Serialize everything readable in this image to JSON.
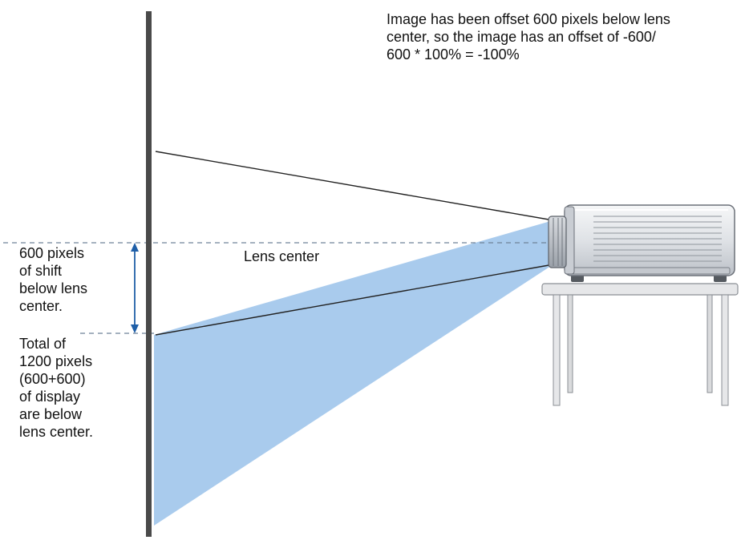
{
  "annotations": {
    "offset_explanation": "Image has been offset 600 pixels below lens\ncenter, so the image has an offset of -600/\n600 * 100% = -100%",
    "lens_center": "Lens center",
    "shift_note": "600 pixels\nof shift\nbelow lens\ncenter.",
    "total_note": "Total of\n1200 pixels\n(600+600)\nof display\nare below\nlens center."
  },
  "colors": {
    "beam": "#a9cbed",
    "screen": "#4a4a4a",
    "guide_line": "#6f8299",
    "arrow": "#1f5fa8",
    "projector_body": "#dfe2e7",
    "table": "#e3e4e6"
  },
  "icons": [
    "projector-illustration",
    "table-illustration",
    "double-arrow-icon"
  ]
}
